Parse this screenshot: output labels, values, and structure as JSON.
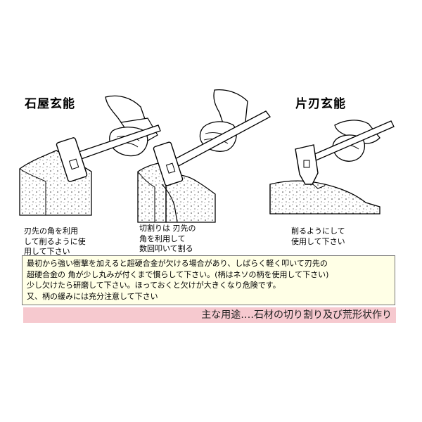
{
  "titles": {
    "ishiya_genno": "石屋玄能",
    "kataba_genno": "片刃玄能"
  },
  "captions": {
    "left": "刃先の角を利用\nして削るように使\n用して下さい",
    "middle": "切割りは 刃先の\n角を利用して\n数回叩いて割る",
    "right": "削るようにして\n使用して下さい"
  },
  "notes": [
    "最初から強い衝撃を加えると超硬合金が欠ける場合があり、しばらく軽く叩いて刃先の",
    "超硬合金の 角が少し丸みが付くまで慣らして下さい。(柄はネソの柄を使用して下さい)",
    "少し欠けたら研磨して下さい。ほっておくと欠けが大きくなり危険です。",
    "又、柄の緩みには充分注意して下さい"
  ],
  "usage": "主な用途‥‥石材の切り割り及び荒形状作り",
  "colors": {
    "note_background": "#ffffe6",
    "usage_background": "#f6c9cf"
  }
}
